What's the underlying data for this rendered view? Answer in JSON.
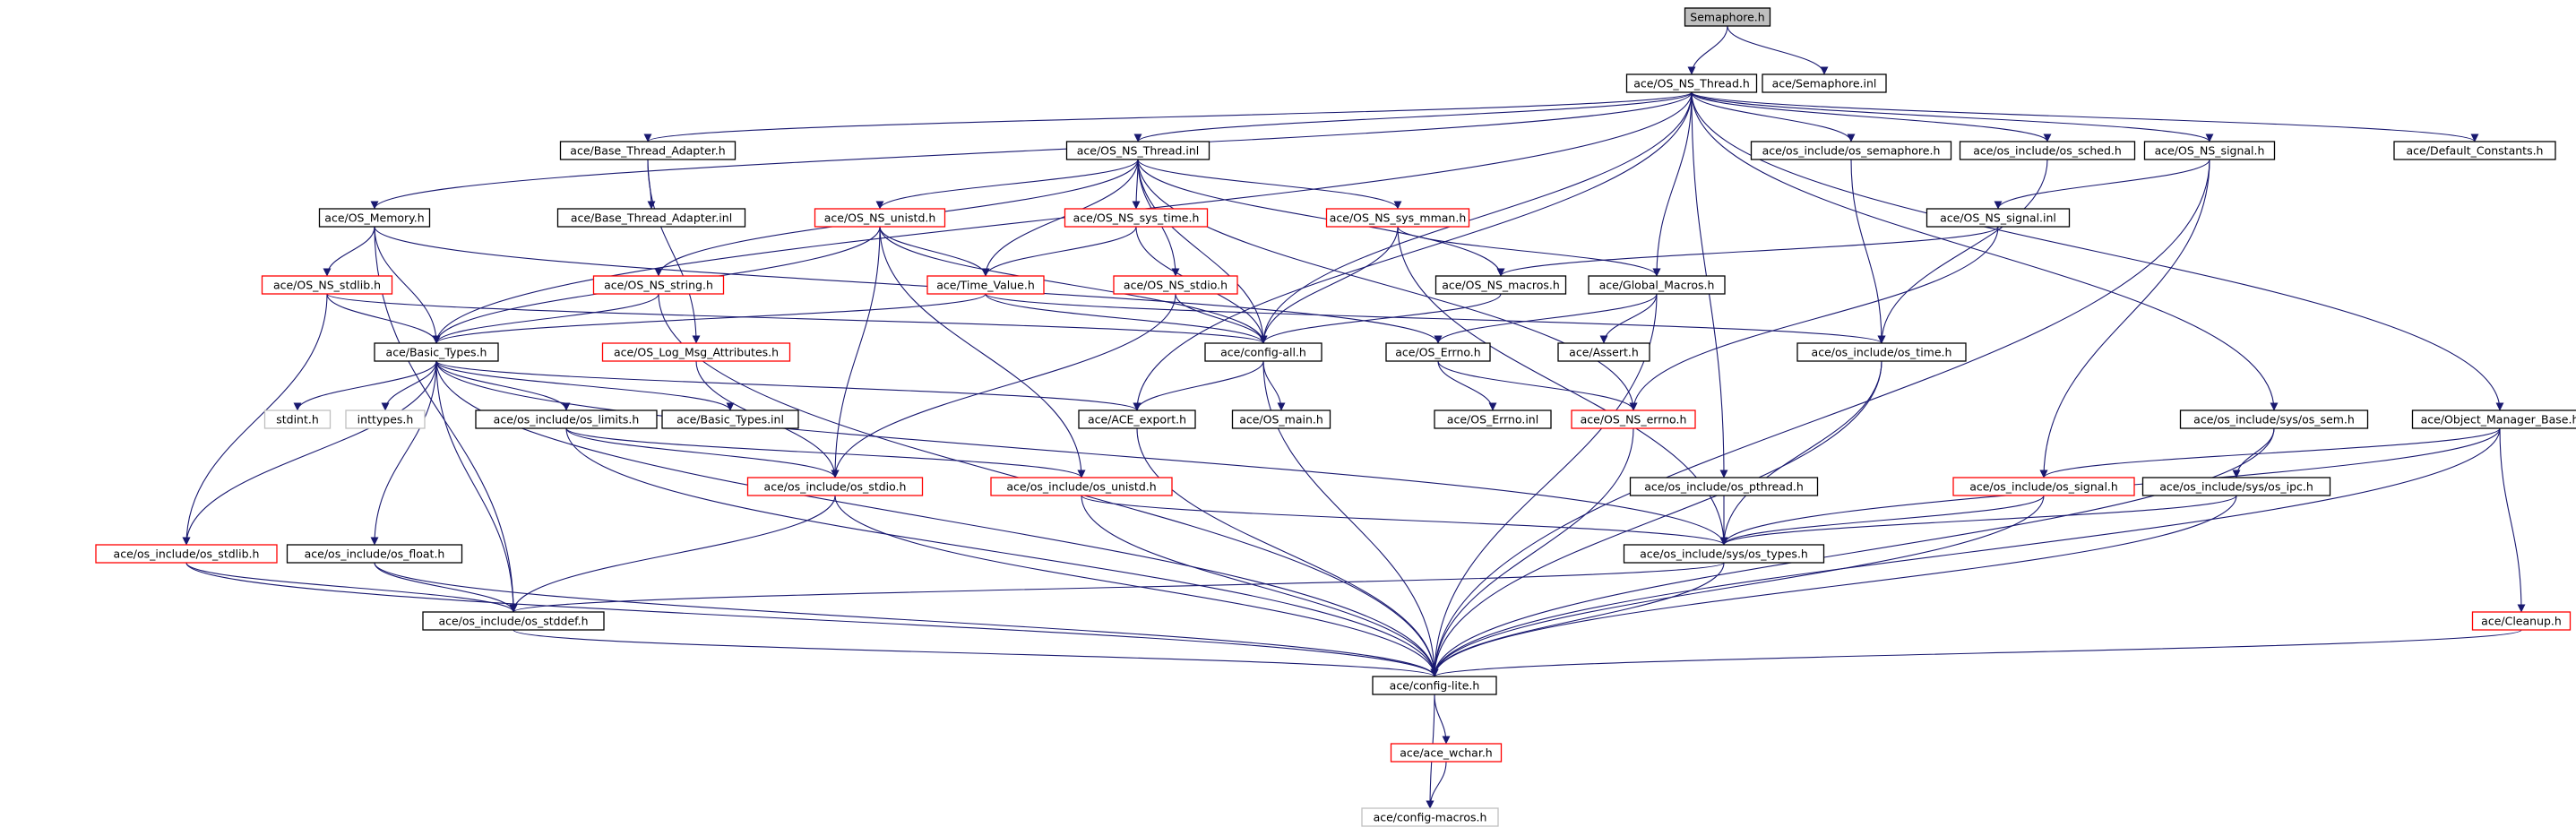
{
  "colors": {
    "edge": "#191970",
    "root_fill": "#bfbfbf",
    "normal_border": "#000000",
    "truncated_border": "#ff0000",
    "external_border": "#bfbfbf"
  },
  "nodes": [
    {
      "id": "n0",
      "label": "Semaphore.h",
      "kind": "root"
    },
    {
      "id": "n1",
      "label": "ace/OS_NS_Thread.h",
      "kind": "normal"
    },
    {
      "id": "n2",
      "label": "ace/Semaphore.inl",
      "kind": "normal"
    },
    {
      "id": "n3",
      "label": "ace/Base_Thread_Adapter.h",
      "kind": "normal"
    },
    {
      "id": "n4",
      "label": "ace/OS_NS_Thread.inl",
      "kind": "normal"
    },
    {
      "id": "n5",
      "label": "ace/os_include/os_semaphore.h",
      "kind": "normal"
    },
    {
      "id": "n6",
      "label": "ace/os_include/os_sched.h",
      "kind": "normal"
    },
    {
      "id": "n7",
      "label": "ace/OS_NS_signal.h",
      "kind": "normal"
    },
    {
      "id": "n8",
      "label": "ace/Default_Constants.h",
      "kind": "normal"
    },
    {
      "id": "n9",
      "label": "ace/OS_Memory.h",
      "kind": "normal"
    },
    {
      "id": "n10",
      "label": "ace/Base_Thread_Adapter.inl",
      "kind": "normal"
    },
    {
      "id": "n11",
      "label": "ace/OS_NS_unistd.h",
      "kind": "truncated"
    },
    {
      "id": "n12",
      "label": "ace/OS_NS_sys_time.h",
      "kind": "truncated"
    },
    {
      "id": "n13",
      "label": "ace/OS_NS_sys_mman.h",
      "kind": "truncated"
    },
    {
      "id": "n14",
      "label": "ace/OS_NS_signal.inl",
      "kind": "normal"
    },
    {
      "id": "n15",
      "label": "ace/OS_NS_stdlib.h",
      "kind": "truncated"
    },
    {
      "id": "n16",
      "label": "ace/OS_NS_string.h",
      "kind": "truncated"
    },
    {
      "id": "n17",
      "label": "ace/Time_Value.h",
      "kind": "truncated"
    },
    {
      "id": "n18",
      "label": "ace/OS_NS_stdio.h",
      "kind": "truncated"
    },
    {
      "id": "n19",
      "label": "ace/OS_NS_macros.h",
      "kind": "normal"
    },
    {
      "id": "n20",
      "label": "ace/Global_Macros.h",
      "kind": "normal"
    },
    {
      "id": "n21",
      "label": "ace/Basic_Types.h",
      "kind": "normal"
    },
    {
      "id": "n22",
      "label": "ace/OS_Log_Msg_Attributes.h",
      "kind": "truncated"
    },
    {
      "id": "n23",
      "label": "ace/config-all.h",
      "kind": "normal"
    },
    {
      "id": "n24",
      "label": "ace/OS_Errno.h",
      "kind": "normal"
    },
    {
      "id": "n25",
      "label": "ace/Assert.h",
      "kind": "normal"
    },
    {
      "id": "n26",
      "label": "ace/os_include/os_time.h",
      "kind": "normal"
    },
    {
      "id": "n27",
      "label": "stdint.h",
      "kind": "external"
    },
    {
      "id": "n28",
      "label": "inttypes.h",
      "kind": "external"
    },
    {
      "id": "n29",
      "label": "ace/os_include/os_limits.h",
      "kind": "normal"
    },
    {
      "id": "n30",
      "label": "ace/Basic_Types.inl",
      "kind": "normal"
    },
    {
      "id": "n31",
      "label": "ace/ACE_export.h",
      "kind": "normal"
    },
    {
      "id": "n32",
      "label": "ace/OS_main.h",
      "kind": "normal"
    },
    {
      "id": "n33",
      "label": "ace/OS_Errno.inl",
      "kind": "normal"
    },
    {
      "id": "n34",
      "label": "ace/OS_NS_errno.h",
      "kind": "truncated"
    },
    {
      "id": "n35",
      "label": "ace/os_include/sys/os_sem.h",
      "kind": "normal"
    },
    {
      "id": "n36",
      "label": "ace/Object_Manager_Base.h",
      "kind": "normal"
    },
    {
      "id": "n37",
      "label": "ace/os_include/os_stdio.h",
      "kind": "truncated"
    },
    {
      "id": "n38",
      "label": "ace/os_include/os_unistd.h",
      "kind": "truncated"
    },
    {
      "id": "n39",
      "label": "ace/os_include/os_pthread.h",
      "kind": "normal"
    },
    {
      "id": "n40",
      "label": "ace/os_include/os_signal.h",
      "kind": "truncated"
    },
    {
      "id": "n41",
      "label": "ace/os_include/sys/os_ipc.h",
      "kind": "normal"
    },
    {
      "id": "n42",
      "label": "ace/os_include/os_stdlib.h",
      "kind": "truncated"
    },
    {
      "id": "n43",
      "label": "ace/os_include/os_float.h",
      "kind": "normal"
    },
    {
      "id": "n44",
      "label": "ace/os_include/sys/os_types.h",
      "kind": "normal"
    },
    {
      "id": "n45",
      "label": "ace/Cleanup.h",
      "kind": "truncated"
    },
    {
      "id": "n46",
      "label": "ace/os_include/os_stddef.h",
      "kind": "normal"
    },
    {
      "id": "n47",
      "label": "ace/config-lite.h",
      "kind": "normal"
    },
    {
      "id": "n48",
      "label": "ace/ace_wchar.h",
      "kind": "truncated"
    },
    {
      "id": "n49",
      "label": "ace/config-macros.h",
      "kind": "external"
    }
  ],
  "edges": [
    [
      "n0",
      "n1"
    ],
    [
      "n0",
      "n2"
    ],
    [
      "n1",
      "n3"
    ],
    [
      "n1",
      "n4"
    ],
    [
      "n1",
      "n5"
    ],
    [
      "n1",
      "n6"
    ],
    [
      "n1",
      "n7"
    ],
    [
      "n1",
      "n8"
    ],
    [
      "n1",
      "n9"
    ],
    [
      "n1",
      "n21"
    ],
    [
      "n1",
      "n23"
    ],
    [
      "n1",
      "n20"
    ],
    [
      "n1",
      "n31"
    ],
    [
      "n1",
      "n39"
    ],
    [
      "n1",
      "n35"
    ],
    [
      "n1",
      "n36"
    ],
    [
      "n3",
      "n10"
    ],
    [
      "n3",
      "n22"
    ],
    [
      "n4",
      "n11"
    ],
    [
      "n4",
      "n12"
    ],
    [
      "n4",
      "n13"
    ],
    [
      "n4",
      "n16"
    ],
    [
      "n4",
      "n17"
    ],
    [
      "n4",
      "n18"
    ],
    [
      "n4",
      "n19"
    ],
    [
      "n4",
      "n34"
    ],
    [
      "n4",
      "n23"
    ],
    [
      "n5",
      "n26"
    ],
    [
      "n6",
      "n26"
    ],
    [
      "n7",
      "n14"
    ],
    [
      "n7",
      "n40"
    ],
    [
      "n7",
      "n47"
    ],
    [
      "n14",
      "n19"
    ],
    [
      "n14",
      "n34"
    ],
    [
      "n9",
      "n15"
    ],
    [
      "n9",
      "n21"
    ],
    [
      "n9",
      "n24"
    ],
    [
      "n9",
      "n46"
    ],
    [
      "n11",
      "n21"
    ],
    [
      "n11",
      "n17"
    ],
    [
      "n11",
      "n23"
    ],
    [
      "n11",
      "n37"
    ],
    [
      "n11",
      "n38"
    ],
    [
      "n12",
      "n17"
    ],
    [
      "n12",
      "n23"
    ],
    [
      "n13",
      "n23"
    ],
    [
      "n13",
      "n20"
    ],
    [
      "n13",
      "n44"
    ],
    [
      "n15",
      "n21"
    ],
    [
      "n15",
      "n23"
    ],
    [
      "n15",
      "n42"
    ],
    [
      "n16",
      "n21"
    ],
    [
      "n16",
      "n47"
    ],
    [
      "n17",
      "n21"
    ],
    [
      "n17",
      "n23"
    ],
    [
      "n17",
      "n26"
    ],
    [
      "n18",
      "n23"
    ],
    [
      "n18",
      "n37"
    ],
    [
      "n19",
      "n23"
    ],
    [
      "n20",
      "n24"
    ],
    [
      "n20",
      "n25"
    ],
    [
      "n20",
      "n47"
    ],
    [
      "n21",
      "n27"
    ],
    [
      "n21",
      "n28"
    ],
    [
      "n21",
      "n29"
    ],
    [
      "n21",
      "n30"
    ],
    [
      "n21",
      "n31"
    ],
    [
      "n21",
      "n43"
    ],
    [
      "n21",
      "n44"
    ],
    [
      "n21",
      "n46"
    ],
    [
      "n21",
      "n42"
    ],
    [
      "n21",
      "n47"
    ],
    [
      "n22",
      "n37"
    ],
    [
      "n23",
      "n32"
    ],
    [
      "n23",
      "n31"
    ],
    [
      "n23",
      "n47"
    ],
    [
      "n24",
      "n33"
    ],
    [
      "n24",
      "n34"
    ],
    [
      "n26",
      "n44"
    ],
    [
      "n26",
      "n47"
    ],
    [
      "n29",
      "n37"
    ],
    [
      "n29",
      "n38"
    ],
    [
      "n29",
      "n47"
    ],
    [
      "n31",
      "n47"
    ],
    [
      "n34",
      "n47"
    ],
    [
      "n35",
      "n41"
    ],
    [
      "n35",
      "n47"
    ],
    [
      "n36",
      "n40"
    ],
    [
      "n36",
      "n44"
    ],
    [
      "n36",
      "n45"
    ],
    [
      "n36",
      "n47"
    ],
    [
      "n37",
      "n46"
    ],
    [
      "n37",
      "n47"
    ],
    [
      "n38",
      "n44"
    ],
    [
      "n38",
      "n47"
    ],
    [
      "n39",
      "n44"
    ],
    [
      "n40",
      "n44"
    ],
    [
      "n40",
      "n47"
    ],
    [
      "n41",
      "n44"
    ],
    [
      "n41",
      "n47"
    ],
    [
      "n42",
      "n46"
    ],
    [
      "n42",
      "n47"
    ],
    [
      "n43",
      "n46"
    ],
    [
      "n43",
      "n47"
    ],
    [
      "n44",
      "n46"
    ],
    [
      "n44",
      "n47"
    ],
    [
      "n45",
      "n47"
    ],
    [
      "n46",
      "n47"
    ],
    [
      "n47",
      "n48"
    ],
    [
      "n47",
      "n49"
    ],
    [
      "n48",
      "n49"
    ]
  ]
}
